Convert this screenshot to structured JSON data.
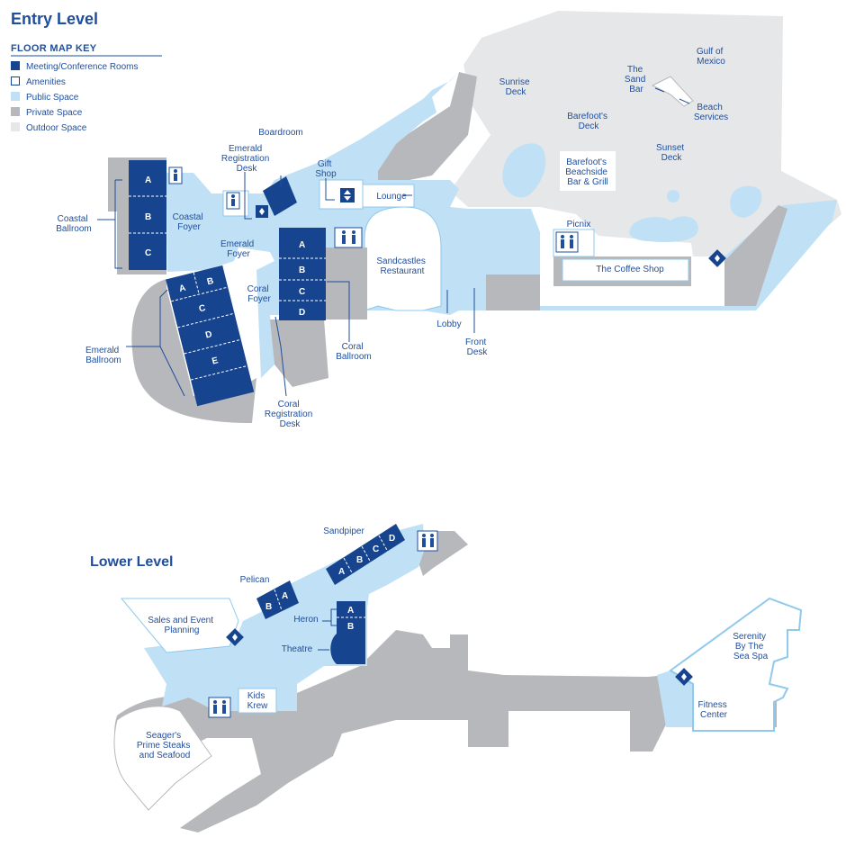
{
  "titles": {
    "entry": "Entry Level",
    "lower": "Lower Level"
  },
  "key": {
    "heading": "FLOOR MAP KEY",
    "items": [
      {
        "label": "Meeting/Conference Rooms",
        "color": "#17448f"
      },
      {
        "label": "Amenities",
        "color": "#ffffff"
      },
      {
        "label": "Public Space",
        "color": "#bfe0f5"
      },
      {
        "label": "Private Space",
        "color": "#b7b8bb"
      },
      {
        "label": "Outdoor Space",
        "color": "#e6e7e8"
      }
    ]
  },
  "entry_labels": {
    "gulf_1": "Gulf of",
    "gulf_2": "Mexico",
    "sunrise_1": "Sunrise",
    "sunrise_2": "Deck",
    "sand_1": "The",
    "sand_2": "Sand",
    "sand_3": "Bar",
    "beach_1": "Beach",
    "beach_2": "Services",
    "barefoot_deck_1": "Barefoot's",
    "barefoot_deck_2": "Deck",
    "sunset_1": "Sunset",
    "sunset_2": "Deck",
    "bbg_1": "Barefoot's",
    "bbg_2": "Beachside",
    "bbg_3": "Bar & Grill",
    "picnix": "Picnix",
    "coffee": "The Coffee Shop",
    "boardroom": "Boardroom",
    "emerald_desk_1": "Emerald",
    "emerald_desk_2": "Registration",
    "emerald_desk_3": "Desk",
    "gift_1": "Gift",
    "gift_2": "Shop",
    "lounge": "Lounge",
    "coastal_foyer_1": "Coastal",
    "coastal_foyer_2": "Foyer",
    "coastal_ball_1": "Coastal",
    "coastal_ball_2": "Ballroom",
    "emerald_foyer_1": "Emerald",
    "emerald_foyer_2": "Foyer",
    "coral_foyer_1": "Coral",
    "coral_foyer_2": "Foyer",
    "sandcastles_1": "Sandcastles",
    "sandcastles_2": "Restaurant",
    "emerald_ball_1": "Emerald",
    "emerald_ball_2": "Ballroom",
    "coral_ball_1": "Coral",
    "coral_ball_2": "Ballroom",
    "lobby": "Lobby",
    "front_1": "Front",
    "front_2": "Desk",
    "coral_desk_1": "Coral",
    "coral_desk_2": "Registration",
    "coral_desk_3": "Desk",
    "coastal_rooms": [
      "A",
      "B",
      "C"
    ],
    "emerald_rooms": [
      "A",
      "B",
      "C",
      "D",
      "E"
    ],
    "coral_rooms": [
      "A",
      "B",
      "C",
      "D"
    ]
  },
  "lower_labels": {
    "sandpiper": "Sandpiper",
    "sandpiper_rooms": [
      "A",
      "B",
      "C",
      "D"
    ],
    "pelican": "Pelican",
    "pelican_rooms": [
      "B",
      "A"
    ],
    "heron": "Heron",
    "heron_rooms": [
      "A",
      "B"
    ],
    "theatre": "Theatre",
    "sales_1": "Sales and Event",
    "sales_2": "Planning",
    "kids_1": "Kids",
    "kids_2": "Krew",
    "seagers_1": "Seager's",
    "seagers_2": "Prime Steaks",
    "seagers_3": "and Seafood",
    "serenity_1": "Serenity",
    "serenity_2": "By The",
    "serenity_3": "Sea Spa",
    "fitness_1": "Fitness",
    "fitness_2": "Center"
  },
  "icons": {
    "restroom": "restroom-icon",
    "elevator": "elevator-icon",
    "stairs": "stairs-icon"
  }
}
